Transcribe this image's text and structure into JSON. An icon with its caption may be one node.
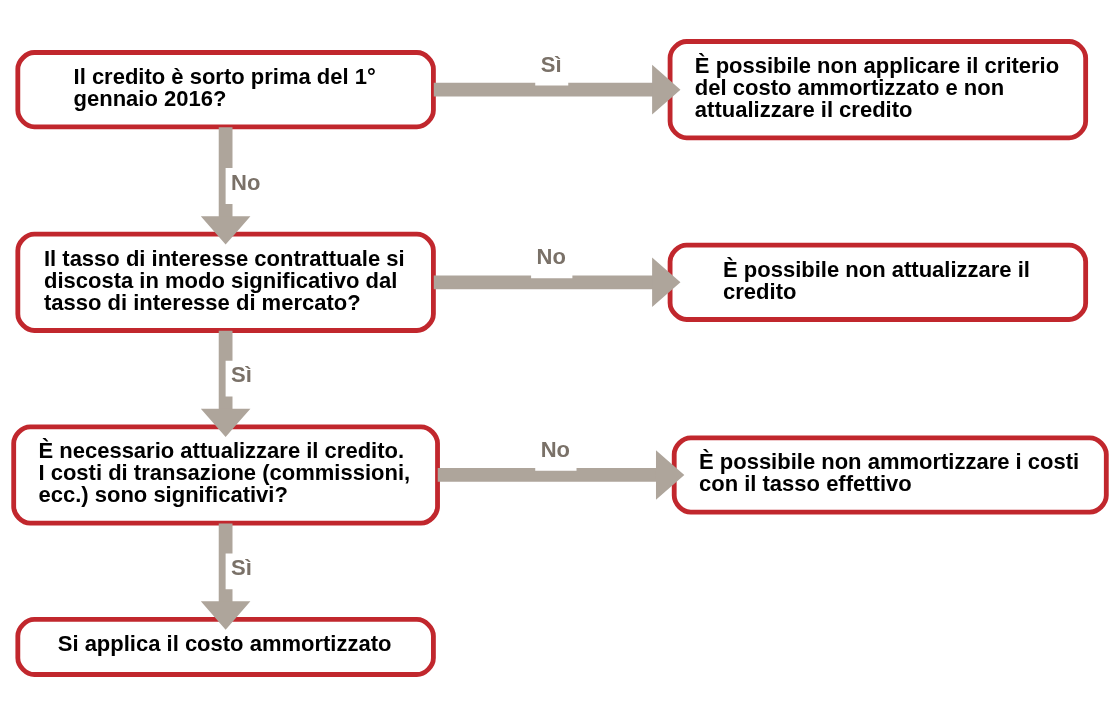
{
  "diagram": {
    "nodes": [
      {
        "text": [
          "Il credito è sorto prima del 1° gennaio 2016?"
        ]
      },
      {
        "text": [
          "È possibile non applicare il criterio del costo ammortizzato e non attualizzare il credito"
        ]
      },
      {
        "text": [
          "Il tasso di interesse contrattuale si discosta in modo significativo dal tasso di interesse di mercato?"
        ]
      },
      {
        "text": [
          "È possibile non attualizzare il credito"
        ]
      },
      {
        "text": [
          "È necessario attualizzare il credito. I costi di transazione (commissioni, ecc.) sono significativi?"
        ]
      },
      {
        "text": [
          "È possibile non ammortizzare i costi con il tasso effettivo"
        ]
      },
      {
        "text": [
          "Si applica il costo ammortizzato"
        ]
      }
    ],
    "edges": [
      {
        "from": 0,
        "to": 1,
        "arrow": "to",
        "label": "Sì"
      },
      {
        "from": 0,
        "to": 2,
        "arrow": "to",
        "label": "No"
      },
      {
        "from": 2,
        "to": 3,
        "arrow": "to",
        "label": "No"
      },
      {
        "from": 2,
        "to": 4,
        "arrow": "to",
        "label": "Sì"
      },
      {
        "from": 4,
        "to": 5,
        "arrow": "to",
        "label": "No"
      },
      {
        "from": 4,
        "to": 6,
        "arrow": "to",
        "label": "Sì"
      }
    ]
  }
}
